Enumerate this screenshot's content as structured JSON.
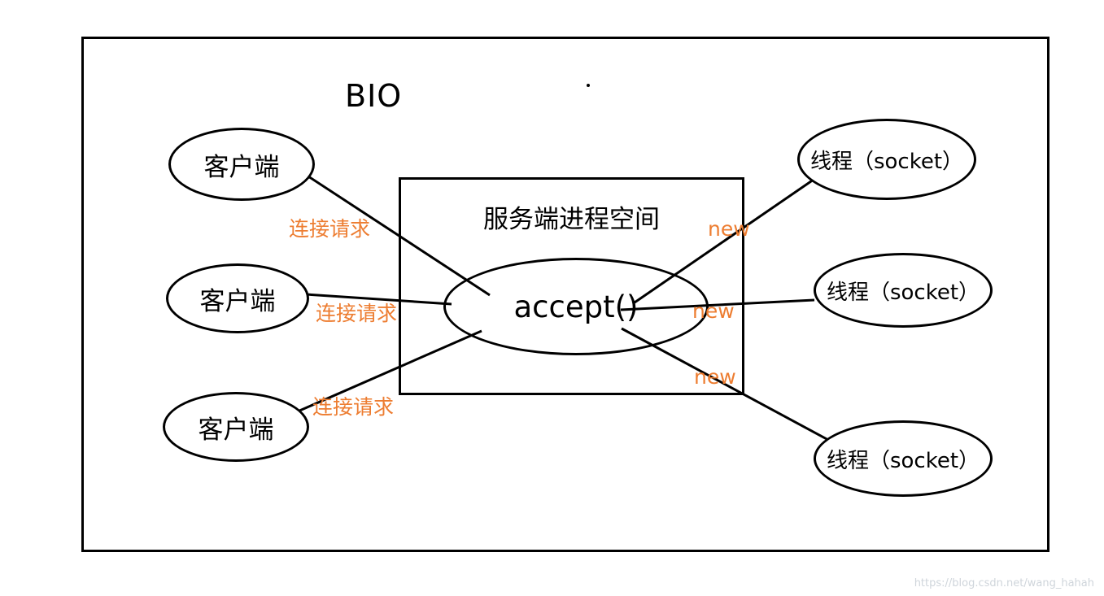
{
  "diagram": {
    "title": "BIO",
    "server_box_label": "服务端进程空间",
    "accept_label": "accept()",
    "clients": [
      {
        "label": "客户端"
      },
      {
        "label": "客户端"
      },
      {
        "label": "客户端"
      }
    ],
    "threads": [
      {
        "label": "线程（socket）"
      },
      {
        "label": "线程（socket）"
      },
      {
        "label": "线程（socket）"
      }
    ],
    "connection_labels": [
      {
        "text": "连接请求"
      },
      {
        "text": "连接请求"
      },
      {
        "text": "连接请求"
      }
    ],
    "new_labels": [
      {
        "text": "new"
      },
      {
        "text": "new"
      },
      {
        "text": "new"
      }
    ],
    "colors": {
      "accent_orange": "#ED7D31",
      "line_black": "#000000",
      "watermark_gray": "#CFD5DB"
    },
    "watermark": "https://blog.csdn.net/wang_hahah"
  }
}
